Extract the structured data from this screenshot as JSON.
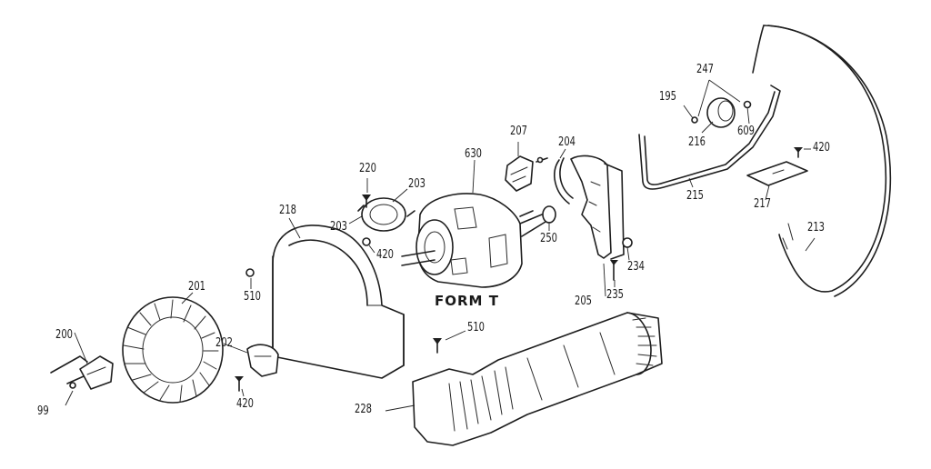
{
  "diagram": {
    "form_label": "FORM T",
    "callouts": {
      "c99": "99",
      "c200": "200",
      "c201": "201",
      "c202": "202",
      "c420_a": "420",
      "c510_a": "510",
      "c218": "218",
      "c220": "220",
      "c203_a": "203",
      "c203_b": "203",
      "c420_b": "420",
      "c630": "630",
      "c207": "207",
      "c204": "204",
      "c250": "250",
      "c234": "234",
      "c205": "205",
      "c235": "235",
      "c510_b": "510",
      "c228": "228",
      "c195": "195",
      "c247": "247",
      "c216": "216",
      "c609": "609",
      "c215": "215",
      "c420_c": "420",
      "c217": "217",
      "c213": "213"
    }
  }
}
